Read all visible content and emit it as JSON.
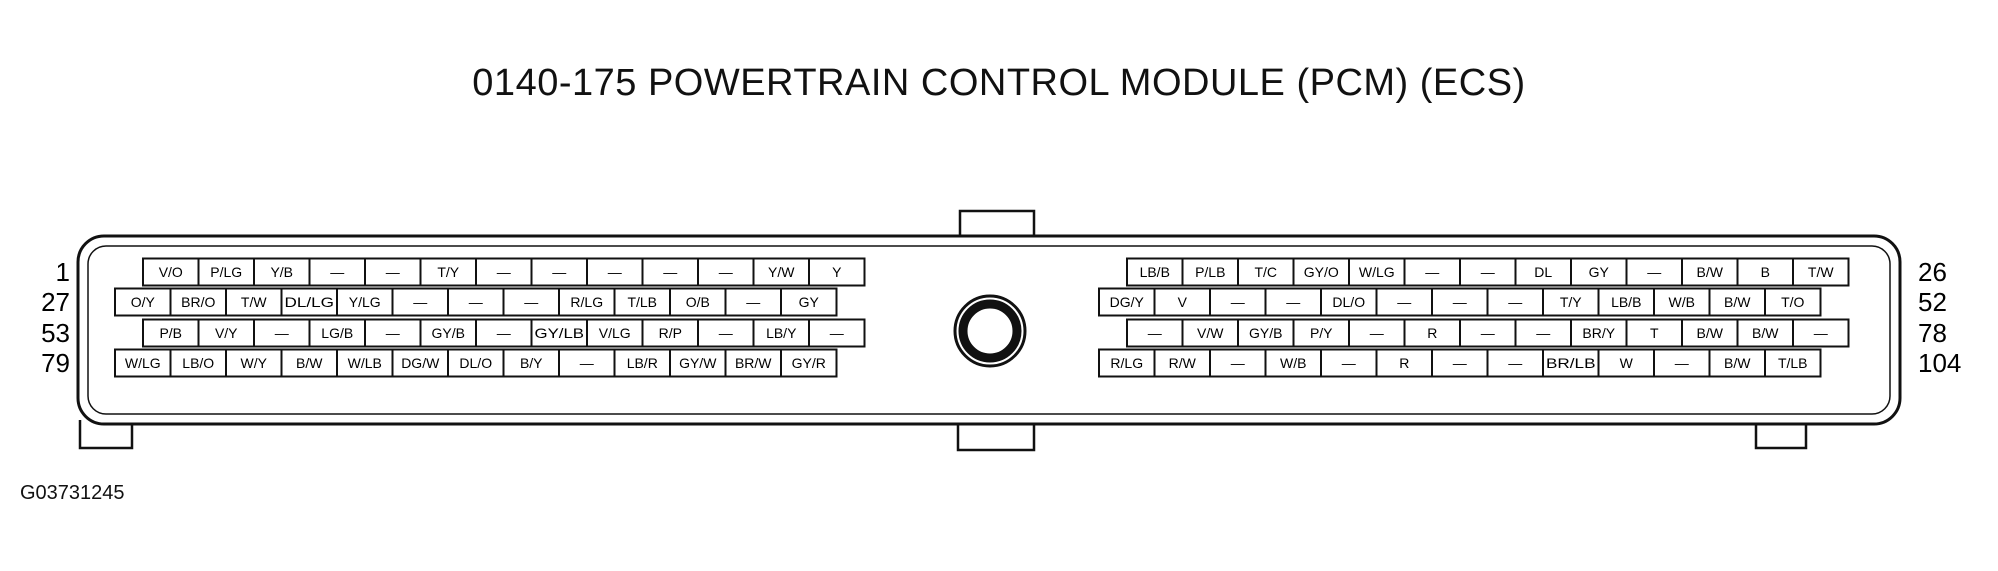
{
  "title": "0140-175 POWERTRAIN CONTROL MODULE (PCM) (ECS)",
  "figure_id": "G03731245",
  "row_numbers": {
    "left": [
      "1",
      "27",
      "53",
      "79"
    ],
    "right": [
      "26",
      "52",
      "78",
      "104"
    ]
  },
  "rows": [
    {
      "left": [
        "V/O",
        "P/LG",
        "Y/B",
        "—",
        "—",
        "T/Y",
        "—",
        "—",
        "—",
        "—",
        "—",
        "Y/W",
        "Y"
      ],
      "right": [
        "LB/B",
        "P/LB",
        "T/C",
        "GY/O",
        "W/LG",
        "—",
        "—",
        "DL",
        "GY",
        "—",
        "B/W",
        "B",
        "T/W"
      ]
    },
    {
      "left": [
        "O/Y",
        "BR/O",
        "T/W",
        "DL/LG",
        "Y/LG",
        "—",
        "—",
        "—",
        "R/LG",
        "T/LB",
        "O/B",
        "—",
        "GY"
      ],
      "right": [
        "DG/Y",
        "V",
        "—",
        "—",
        "DL/O",
        "—",
        "—",
        "—",
        "T/Y",
        "LB/B",
        "W/B",
        "B/W",
        "T/O"
      ]
    },
    {
      "left": [
        "P/B",
        "V/Y",
        "—",
        "LG/B",
        "—",
        "GY/B",
        "—",
        "GY/LB",
        "V/LG",
        "R/P",
        "—",
        "LB/Y",
        "—"
      ],
      "right": [
        "—",
        "V/W",
        "GY/B",
        "P/Y",
        "—",
        "R",
        "—",
        "—",
        "BR/Y",
        "T",
        "B/W",
        "B/W",
        "—"
      ]
    },
    {
      "left": [
        "W/LG",
        "LB/O",
        "W/Y",
        "B/W",
        "W/LB",
        "DG/W",
        "DL/O",
        "B/Y",
        "—",
        "LB/R",
        "GY/W",
        "BR/W",
        "GY/R"
      ],
      "right": [
        "R/LG",
        "R/W",
        "—",
        "W/B",
        "—",
        "R",
        "—",
        "—",
        "BR/LB",
        "W",
        "—",
        "B/W",
        "T/LB"
      ]
    }
  ]
}
